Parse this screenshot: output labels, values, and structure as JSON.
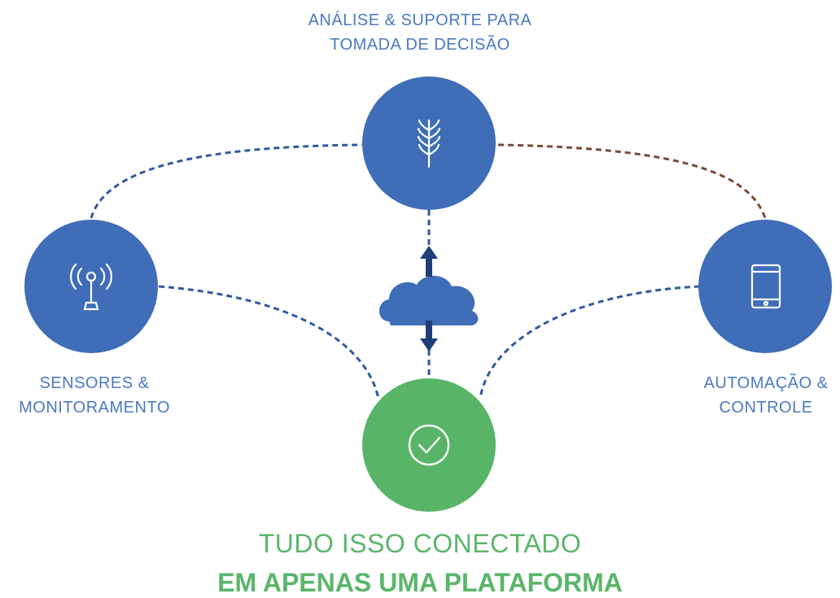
{
  "nodes": {
    "analysis": {
      "line1": "ANÁLISE & SUPORTE PARA",
      "line2": "TOMADA DE DECISÃO",
      "icon": "wheat-icon"
    },
    "sensors": {
      "line1": "SENSORES &",
      "line2": "MONITORAMENTO",
      "icon": "antenna-sensor-icon"
    },
    "automation": {
      "line1": "AUTOMAÇÃO &",
      "line2": "CONTROLE",
      "icon": "tablet-icon"
    },
    "platform": {
      "icon": "checkmark-icon"
    }
  },
  "center": {
    "icon": "cloud-icon"
  },
  "footer": {
    "line1": "TUDO ISSO CONECTADO",
    "line2": "EM APENAS UMA PLATAFORMA"
  },
  "colors": {
    "blue_node": "#3f6db8",
    "green_node": "#58b467",
    "label_blue": "#4a7ac2",
    "dashed_blue": "#2f5a9e",
    "dashed_brown": "#7a4a35",
    "arrow": "#1f3f7a"
  }
}
